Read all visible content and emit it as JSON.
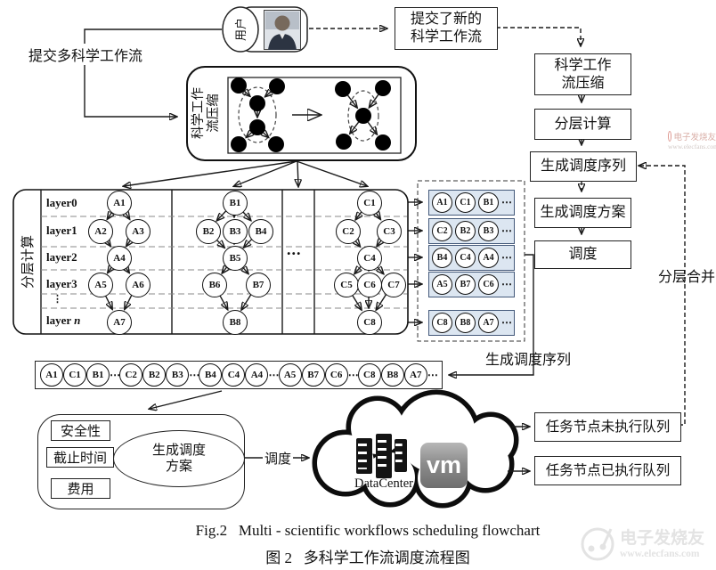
{
  "user": {
    "label": "用户"
  },
  "labels": {
    "submit_multi": "提交多科学工作流",
    "submit_new_l1": "提交了新的",
    "submit_new_l2": "科学工作流",
    "compress_l1": "科学工作",
    "compress_l2": "流压缩",
    "merge": "分层合并",
    "schedule_small": "调度"
  },
  "right_flow": {
    "b1_l1": "科学工作",
    "b1_l2": "流压缩",
    "b2": "分层计算",
    "b3": "生成调度序列",
    "b4": "生成调度方案",
    "b5": "调度"
  },
  "layers": {
    "side": "分层计算",
    "r0": "layer0",
    "r1": "layer1",
    "r2": "layer2",
    "r3": "layer3",
    "rdots": "⋮",
    "rn_prefix": "layer",
    "rn_italic": "n",
    "mid_dots": "..."
  },
  "nodes": {
    "A": [
      "A1",
      "A2",
      "A3",
      "A4",
      "A5",
      "A6",
      "A7"
    ],
    "B": [
      "B1",
      "B2",
      "B3",
      "B4",
      "B5",
      "B6",
      "B7",
      "B8"
    ],
    "C": [
      "C1",
      "C2",
      "C3",
      "C4",
      "C5",
      "C6",
      "C7",
      "C8"
    ]
  },
  "dots": "⋯",
  "queue_rows": [
    [
      "A1",
      "C1",
      "B1"
    ],
    [
      "C2",
      "B2",
      "B3"
    ],
    [
      "B4",
      "C4",
      "A4"
    ],
    [
      "A5",
      "B7",
      "C6"
    ],
    [
      "C8",
      "B8",
      "A7"
    ]
  ],
  "sequence": {
    "label": "生成调度序列",
    "items": [
      "A1",
      "C1",
      "B1",
      "⋯",
      "C2",
      "B2",
      "B3",
      "⋯",
      "B4",
      "C4",
      "A4",
      "⋯",
      "A5",
      "B7",
      "C6",
      "⋯",
      "C8",
      "B8",
      "A7",
      "⋯"
    ]
  },
  "plan": {
    "c1": "安全性",
    "c2": "截止时间",
    "c3": "费用",
    "el1": "生成调度",
    "el2": "方案"
  },
  "cloud": {
    "dc": "DataCenter",
    "vm": "vm"
  },
  "queues": {
    "q1": "任务节点未执行队列",
    "q2": "任务节点已执行队列"
  },
  "caption": {
    "en": "Fig.2   Multi - scientific workflows scheduling flowchart",
    "zh": "图 2   多科学工作流调度流程图"
  },
  "watermark": {
    "brand": "电子发烧友",
    "url": "www.elecfans.com"
  },
  "colors": {
    "row_bg": "#dce6f1",
    "line": "#1a1a1a"
  }
}
